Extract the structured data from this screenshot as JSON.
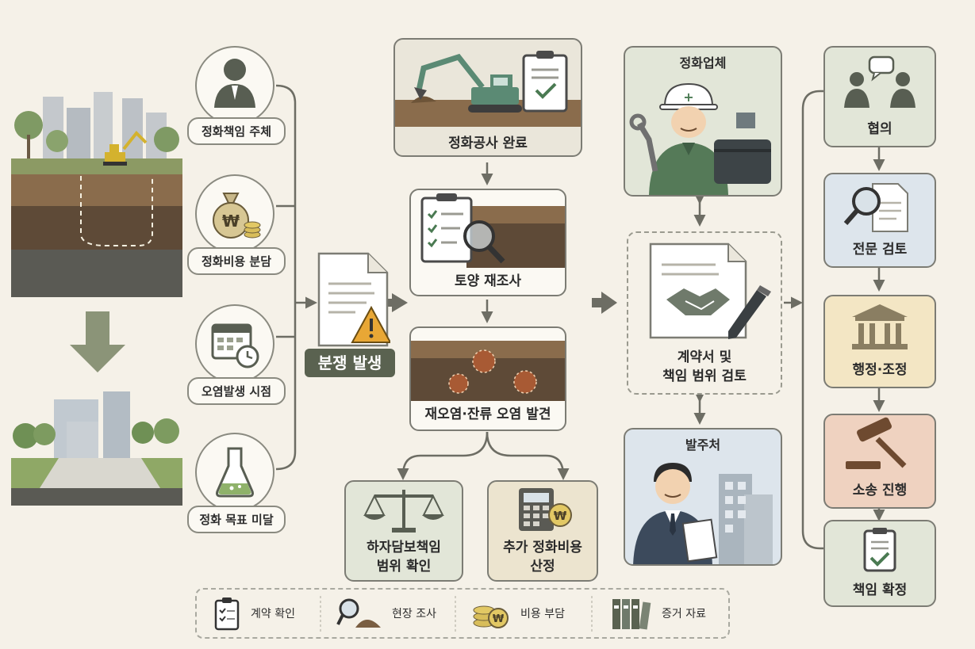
{
  "factors": {
    "subject": "정화책임 주체",
    "cost": "정화비용 분담",
    "time": "오염발생 시점",
    "target": "정화 목표 미달"
  },
  "dispute": "분쟁 발생",
  "process": {
    "complete": "정화공사 완료",
    "resurvey": "토양 재조사",
    "recontam": "재오염·잔류 오염 발견",
    "defect_line1": "하자담보책임",
    "defect_line2": "범위 확인",
    "extra_line1": "추가 정화비용",
    "extra_line2": "산정"
  },
  "parties": {
    "contractor": "정화업체",
    "client": "발주처",
    "review_line1": "계약서 및",
    "review_line2": "책임 범위 검토"
  },
  "resolution": {
    "consult": "협의",
    "expert": "전문 검토",
    "admin": "행정·조정",
    "lawsuit": "소송 진행",
    "confirm": "책임 확정"
  },
  "legend": {
    "contract": "계약 확인",
    "site": "현장 조사",
    "cost": "비용 부담",
    "evidence": "증거 자료"
  },
  "colors": {
    "background": "#f5f1e8",
    "green_box": "#e2e6d8",
    "beige_box": "#ece4cf",
    "blue_box": "#dde5ec",
    "yellow_box": "#f3e6c4",
    "orange_box": "#efd2c0",
    "dispute_label": "#5a6250",
    "arrow": "#6d6d64",
    "warning": "#e8a735"
  }
}
